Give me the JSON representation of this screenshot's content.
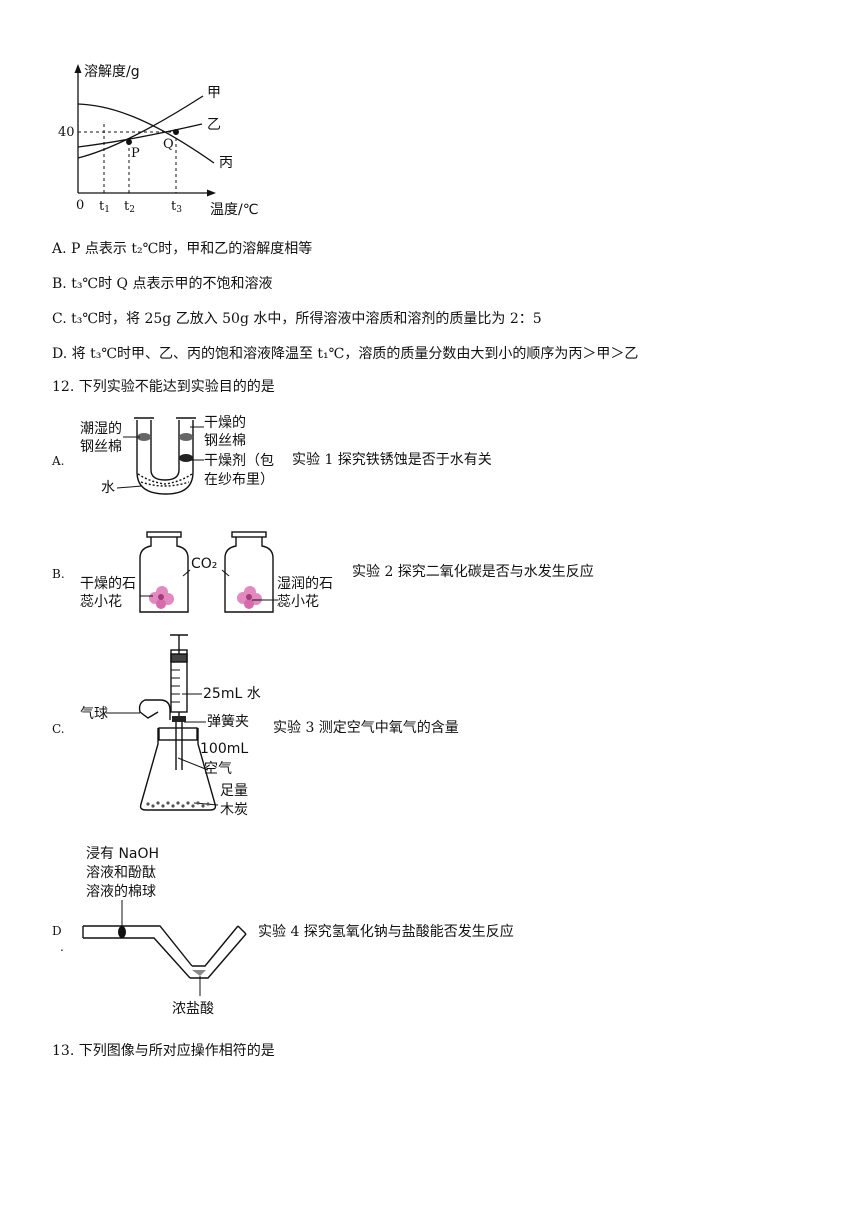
{
  "chart": {
    "ylabel": "溶解度/g",
    "xlabel": "温度/℃",
    "y40": "40",
    "origin": "0",
    "ticks": [
      "t1",
      "t2",
      "t3"
    ],
    "curves": [
      "甲",
      "乙",
      "丙"
    ],
    "points": [
      "P",
      "Q"
    ]
  },
  "q11": {
    "A": "A. P 点表示 t₂℃时，甲和乙的溶解度相等",
    "B": "B. t₃℃时 Q 点表示甲的不饱和溶液",
    "C": "C. t₃℃时，将 25g 乙放入 50g 水中，所得溶液中溶质和溶剂的质量比为 2：5",
    "D": "D. 将 t₃℃时甲、乙、丙的饱和溶液降温至 t₁℃，溶质的质量分数由大到小的顺序为丙＞甲＞乙"
  },
  "q12": {
    "stem": "12. 下列实验不能达到实验目的的是",
    "A": {
      "letter": "A.",
      "desc": "实验 1 探究铁锈蚀是否于水有关",
      "l1a": "潮湿的",
      "l1b": "钢丝棉",
      "l2a": "干燥的",
      "l2b": "钢丝棉",
      "l3a": "干燥剂（包",
      "l3b": "在纱布里）",
      "water": "水"
    },
    "B": {
      "letter": "B.",
      "desc": "实验 2 探究二氧化碳是否与水发生反应",
      "co2": "CO₂",
      "l1a": "干燥的石",
      "l1b": "蕊小花",
      "l2a": "湿润的石",
      "l2b": "蕊小花"
    },
    "C": {
      "letter": "C.",
      "desc": "实验 3 测定空气中氧气的含量",
      "water": "25mL 水",
      "balloon": "气球",
      "clamp": "弹簧夹",
      "air1": "100mL",
      "air2": "空气",
      "carbon1": "足量",
      "carbon2": "木炭"
    },
    "D": {
      "letter": "D",
      "desc": "实验 4 探究氢氧化钠与盐酸能否发生反应",
      "l1": "浸有 NaOH",
      "l2": "溶液和酚酞",
      "l3": "溶液的棉球",
      "acid": "浓盐酸"
    }
  },
  "q13": {
    "stem": "13. 下列图像与所对应操作相符的是"
  },
  "colors": {
    "flower": "#e28ac0",
    "ink": "#111111"
  }
}
